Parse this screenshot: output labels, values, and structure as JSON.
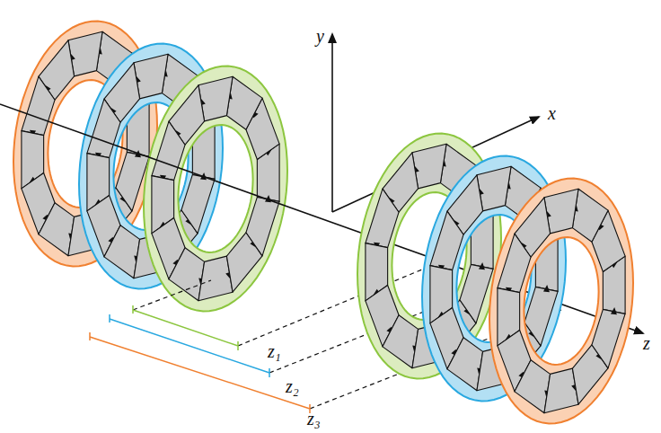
{
  "diagram": {
    "labels": [
      "y",
      "x",
      "z",
      "z₁",
      "z₂",
      "z₃"
    ]
  }
}
